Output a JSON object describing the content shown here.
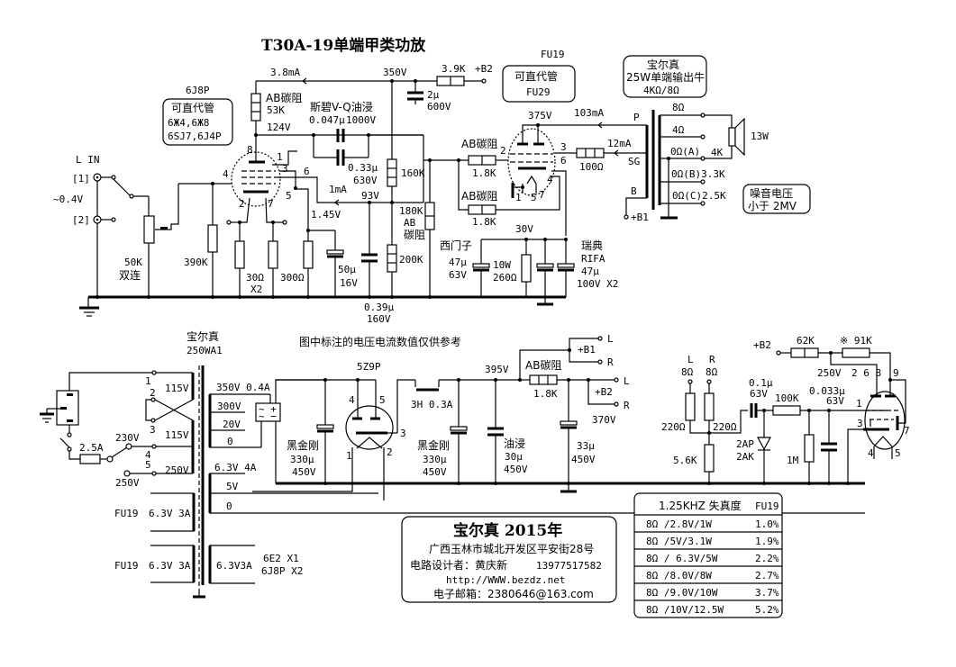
{
  "title": "T30A-19单端甲类功放",
  "notes": {
    "reference": "图中标注的电压电流数值仅供参考"
  },
  "input": {
    "label": "L IN",
    "jack1": "[1]",
    "jack2": "[2]",
    "level": "~0.4V",
    "pot": "50K",
    "pot_type": "双连",
    "grid_res": "390K"
  },
  "driver_tube": {
    "name": "6J8P",
    "alt_title": "可直代管",
    "alt_1": "6Ж4,6Ж8",
    "alt_2": "6SJ7,6J4P",
    "pins": [
      "8",
      "1",
      "3",
      "6",
      "4",
      "5",
      "2",
      "7"
    ],
    "plate_res_type": "AB碳阻",
    "plate_res": "53K",
    "plate_v": "124V",
    "plate_i": "3.8mA",
    "cathode_res": "30Ω",
    "cathode_res_qty": "X2",
    "cathode_res2": "300Ω",
    "cathode_v": "1.45V",
    "cathode_cap": "50μ",
    "cathode_cap_v": "16V",
    "screen_i": "1mA",
    "screen_v": "93V"
  },
  "coupling": {
    "cap_brand": "斯碧V-Q油浸",
    "cap1": "0.047μ",
    "cap1_v": "1000V",
    "cap2": "0.33μ",
    "cap2_v": "630V",
    "r160": "160K",
    "r180": "180K",
    "r180_type_1": "AB",
    "r180_type_2": "碳阻",
    "r200": "200K",
    "cap_039": "0.39μ",
    "cap_039_v": "160V",
    "b_v": "350V",
    "r39": "3.9K",
    "b2": "+B2",
    "cap2u": "2μ",
    "cap2u_v": "600V"
  },
  "output_tube": {
    "name": "FU19",
    "alt_title": "可直代管",
    "alt": "FU29",
    "plate_v": "375V",
    "plate_i": "103mA",
    "grid_res_type": "AB碳阻",
    "grid_res": "1.8K",
    "grid_res2_type": "AB碳阻",
    "grid_res2": "1.8K",
    "pins": [
      "2",
      "3",
      "6",
      "4",
      "1",
      "5",
      "7"
    ],
    "sg_res": "100Ω",
    "sg_i": "12mA",
    "cathode_v": "30V",
    "cap_left_brand": "西门子",
    "cap_left": "47μ",
    "cap_left_v": "63V",
    "cath_res_w": "10W",
    "cath_res": "260Ω",
    "cap_right_brand": "瑞典",
    "cap_right_brand2": "RIFA",
    "cap_right": "47μ",
    "cap_right_v": "100V X2"
  },
  "output_transformer": {
    "title": "宝尔真",
    "desc": "25W单端输出牛",
    "ratio": "4KΩ/8Ω",
    "p": "P",
    "sg": "SG",
    "b": "B",
    "b1": "+B1",
    "taps": [
      "8Ω",
      "4Ω",
      "0Ω(A)",
      "0Ω(B)3.3K",
      "0Ω(C)2.5K"
    ],
    "tap_4k": "4K",
    "speaker": "13W",
    "noise_1": "噪音电压",
    "noise_2": "小于 2MV"
  },
  "power_transformer": {
    "title": "宝尔真",
    "model": "250WA1",
    "pri_pins": [
      "1",
      "2",
      "3",
      "4",
      "5"
    ],
    "pri_115a": "115V",
    "pri_115b": "115V",
    "pri_250": "250V",
    "sel_230": "230V",
    "sel_250": "250V",
    "fuse": "2.5A",
    "hv": "350V 0.4A",
    "hv_300": "300V",
    "hv_20": "20V",
    "hv_0": "0",
    "fil_5v": "6.3V 4A",
    "fil_5v_tap": "5V",
    "fil_5v_0": "0",
    "fil1_name": "FU19",
    "fil1": "6.3V 3A",
    "fil2_name": "FU19",
    "fil2": "6.3V 3A",
    "fil3": "6.3V3A",
    "fil3_load1": "6E2 X1",
    "fil3_load2": "6J8P X2"
  },
  "psu": {
    "rect": "5Z9P",
    "rect_pins": [
      "4",
      "5",
      "3",
      "1",
      "2"
    ],
    "cap1_brand": "黑金刚",
    "cap1": "330μ",
    "cap1_v": "450V",
    "choke": "3H 0.3A",
    "cap2_brand": "黑金刚",
    "cap2": "330μ",
    "cap2_v": "450V",
    "b_v": "395V",
    "cap3_brand": "油浸",
    "cap3": "30μ",
    "cap3_v": "450V",
    "res_type": "AB碳阻",
    "res": "1.8K",
    "cap4": "33μ",
    "cap4_v": "450V",
    "b1": "+B1",
    "b2": "+B2",
    "b2_v": "370V",
    "l": "L",
    "r": "R"
  },
  "vu": {
    "l": "L",
    "r": "R",
    "l_imp": "8Ω",
    "r_imp": "8Ω",
    "r220a": "220Ω",
    "r220b": "220Ω",
    "r56": "5.6K",
    "cap01": "0.1μ",
    "cap01_v": "63V",
    "diode_1": "2AP",
    "diode_2": "2AK",
    "r100k": "100K",
    "r1m": "1M",
    "cap033": "0.033μ",
    "cap033_v": "63V",
    "b2": "+B2",
    "r62k": "62K",
    "r91k": "※ 91K",
    "v250": "250V",
    "pins268": "2 6 8",
    "pin9": "9",
    "pin1": "1",
    "pin3": "3",
    "pin7": "7",
    "pin4": "4",
    "pin5": "5"
  },
  "credit": {
    "brand": "宝尔真  2015年",
    "address": "广西玉林市城北开发区平安街28号",
    "designer": "电路设计者：黄庆新",
    "phone": "13977517582",
    "url": "http://WWW.bezdz.net",
    "email": "电子邮箱：2380646@163.com"
  },
  "distortion_table": {
    "header": [
      "1.25KHZ  失真度",
      "FU19"
    ],
    "rows": [
      [
        "8Ω /2.8V/1W",
        "1.0%"
      ],
      [
        "8Ω /5V/3.1W",
        "1.9%"
      ],
      [
        "8Ω / 6.3V/5W",
        "2.2%"
      ],
      [
        "8Ω /8.0V/8W",
        "2.7%"
      ],
      [
        "8Ω /9.0V/10W",
        "3.7%"
      ],
      [
        "8Ω /10V/12.5W",
        "5.2%"
      ]
    ]
  }
}
